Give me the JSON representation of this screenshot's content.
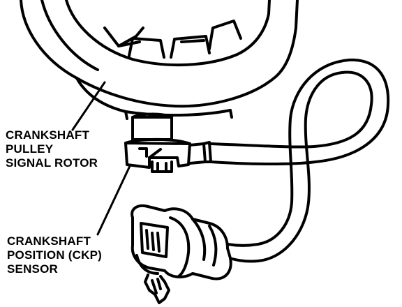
{
  "labels": {
    "rotor": [
      "CRANKSHAFT",
      "PULLEY",
      "SIGNAL ROTOR"
    ],
    "sensor": [
      "CRANKSHAFT",
      "POSITION (CKP)",
      "SENSOR"
    ]
  },
  "colors": {
    "ink": "#000000",
    "paper": "#ffffff"
  }
}
